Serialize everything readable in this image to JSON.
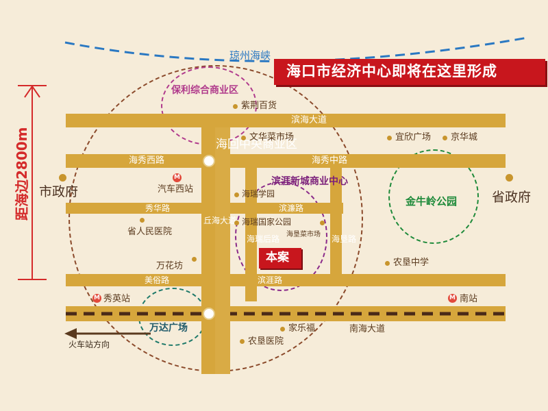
{
  "banner": "海口市经济中心即将在这里形成",
  "strait": "琼州海峡",
  "distance_label": "距海边2800m",
  "project": "本案",
  "train_direction": "火车站方向",
  "zones": {
    "poly": "保利综合商业区",
    "binya": "滨涯新城商业中心",
    "jinniuling": "金牛岭公园",
    "wanda": "万达广场",
    "haihui": "海回中央商业区"
  },
  "roads": {
    "binhai": "滨海大道",
    "haixiu_west": "海秀西路",
    "haixiu_middle": "海秀中路",
    "xiuhua": "秀华路",
    "binyan": "滨濂路",
    "meisu": "美俗路",
    "binya_road": "滨涯路",
    "nanhai": "南海大道",
    "qiuhai": "丘海大道",
    "hairui_hou": "海瑞后路",
    "haiken": "海垦路"
  },
  "places": {
    "zijing": "紫荆百货",
    "wenhua": "文华菜市场",
    "yixin": "宜欣广场",
    "jinghua": "京华城",
    "shizhengfu": "市政府",
    "shengzhengfu": "省政府",
    "qichexi": "汽车西站",
    "hairui_school": "海瑞学园",
    "hairui_park": "海瑞国家公园",
    "haiken_market": "海垦菜市场",
    "renmin": "省人民医院",
    "wanhua": "万花坊",
    "nongken_school": "农垦中学",
    "xiuying": "秀英站",
    "nanzhan": "南站",
    "jialefu": "家乐福",
    "nongken_hospital": "农垦医院"
  },
  "metro_glyph": "M",
  "colors": {
    "road": "#d6a63c",
    "banner_bg": "#c8161d",
    "outer_ring": "#8b4a2b",
    "poly_ring": "#b03a8c",
    "park_ring": "#1e8a3a",
    "wanda_ring": "#1f7a6a",
    "sea_line": "#2a78c2",
    "label_red": "#d42a2a"
  }
}
